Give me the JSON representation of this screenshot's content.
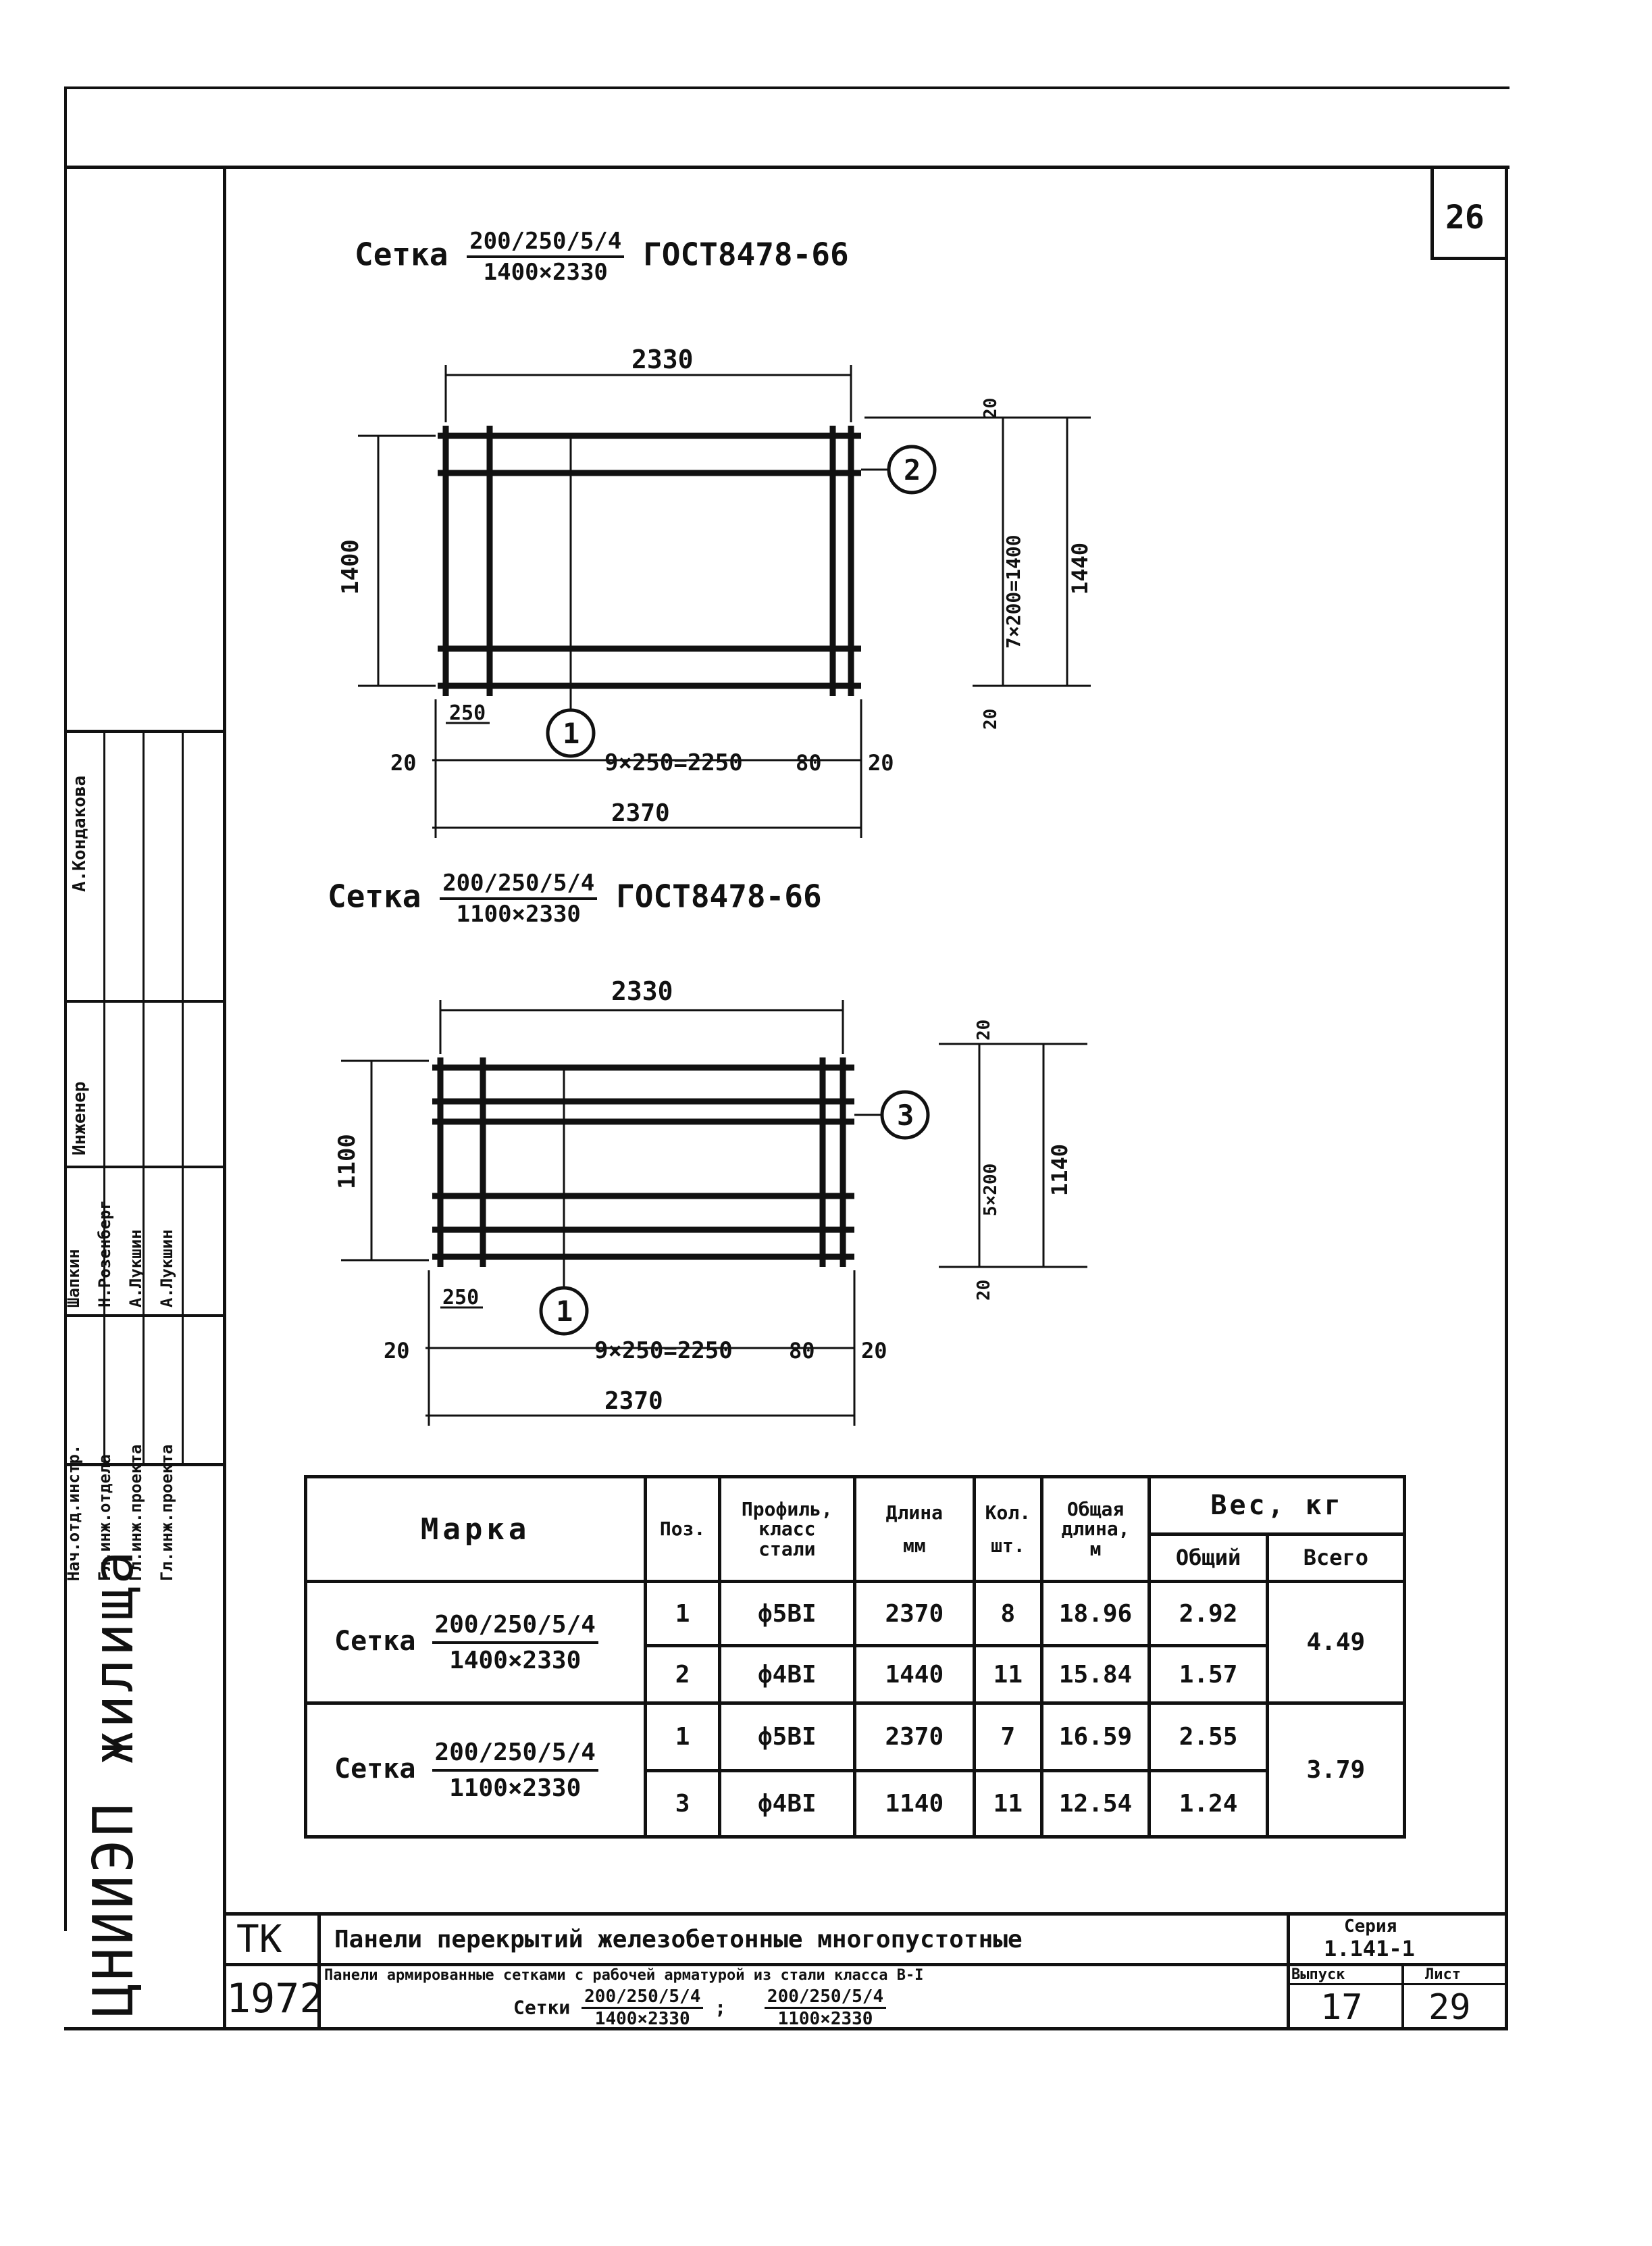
{
  "sheet_number": "26",
  "mesh1": {
    "prefix": "Сетка",
    "num": "200/250/5/4",
    "den": "1400×2330",
    "gost": "ГОСТ8478-66",
    "dim_top": "2330",
    "dim_left": "1400",
    "dim_right_total": "1440",
    "dim_right_step": "7×200=1400",
    "dim_right_top": "20",
    "dim_right_bottom": "20",
    "dim_bottom_total": "2370",
    "dim_bottom_step": "9×250=2250",
    "dim_bottom_left": "20",
    "dim_bottom_right": "20",
    "dim_bottom_right_inner": "80",
    "dim_pitch": "250",
    "callout_rod": "1",
    "callout_cross": "2"
  },
  "mesh2": {
    "prefix": "Сетка",
    "num": "200/250/5/4",
    "den": "1100×2330",
    "gost": "ГОСТ8478-66",
    "dim_top": "2330",
    "dim_left": "1100",
    "dim_right_total": "1140",
    "dim_right_step": "5×200",
    "dim_right_top": "20",
    "dim_right_bottom": "20",
    "dim_bottom_total": "2370",
    "dim_bottom_step": "9×250=2250",
    "dim_bottom_left": "20",
    "dim_bottom_right": "20",
    "dim_bottom_right_inner": "80",
    "dim_pitch": "250",
    "callout_rod": "1",
    "callout_cross": "3"
  },
  "table": {
    "headers": {
      "mark": "Марка",
      "pos": "Поз.",
      "profile": "Профиль, класс стали",
      "length": "Длина",
      "length_unit": "мм",
      "qty": "Кол.",
      "qty_unit": "шт.",
      "total_length": "Общая длина,",
      "total_length_unit": "м",
      "weight": "Вес, кг",
      "weight_total": "Общий",
      "weight_all": "Всего"
    },
    "groups": [
      {
        "prefix": "Сетка",
        "num": "200/250/5/4",
        "den": "1400×2330",
        "total": "4.49",
        "rows": [
          {
            "pos": "1",
            "profile": "ф5ВI",
            "length": "2370",
            "qty": "8",
            "total_length": "18.96",
            "weight": "2.92"
          },
          {
            "pos": "2",
            "profile": "ф4ВI",
            "length": "1440",
            "qty": "11",
            "total_length": "15.84",
            "weight": "1.57"
          }
        ]
      },
      {
        "prefix": "Сетка",
        "num": "200/250/5/4",
        "den": "1100×2330",
        "total": "3.79",
        "rows": [
          {
            "pos": "1",
            "profile": "ф5ВI",
            "length": "2370",
            "qty": "7",
            "total_length": "16.59",
            "weight": "2.55"
          },
          {
            "pos": "3",
            "profile": "ф4ВI",
            "length": "1140",
            "qty": "11",
            "total_length": "12.54",
            "weight": "1.24"
          }
        ]
      }
    ]
  },
  "title_block": {
    "code": "ТК",
    "year": "1972",
    "title": "Панели перекрытий железобетонные многопустотные",
    "subtitle": "Панели армированные сетками с рабочей арматурой из стали класса В-I",
    "subtitle_prefix": "Сетки",
    "sub_num1": "200/250/5/4",
    "sub_den1": "1400×2330",
    "sub_num2": "200/250/5/4",
    "sub_den2": "1100×2330",
    "series_label": "Серия",
    "series_value": "1.141-1",
    "issue_label": "Выпуск",
    "issue_value": "17",
    "sheet_label": "Лист",
    "sheet_value": "29",
    "org": "ЦНИИЭП жилища"
  },
  "signatures": {
    "roles": [
      "Нач.отд.инстр.",
      "Гл.инж.отдела",
      "Гл.инж.проекта",
      "Гл.инж.проекта"
    ],
    "names": [
      "Шапкин",
      "Н.Розенберг",
      "А.Лукшин",
      "А.Лукшин"
    ],
    "top_role": "Инженер",
    "top_name": "А.Кондакова"
  }
}
